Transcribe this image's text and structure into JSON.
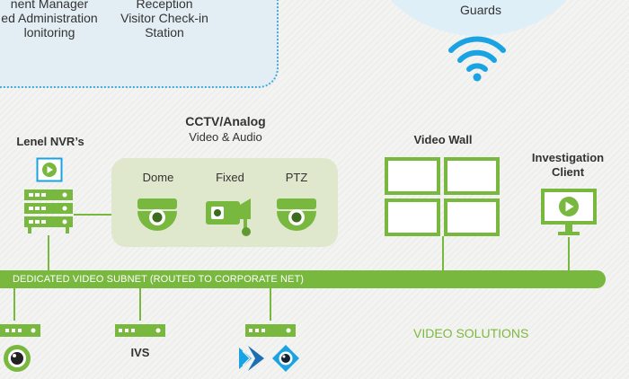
{
  "top_box": {
    "left_lines": [
      "nent Manager",
      "ed Administration",
      "lonitoring"
    ],
    "mid_lines": [
      "Reception",
      "Visitor Check-in",
      "Station"
    ]
  },
  "guards": {
    "label": "Guards"
  },
  "nvr": {
    "label": "Lenel NVR’s"
  },
  "cctv": {
    "title": "CCTV/Analog",
    "subtitle": "Video & Audio",
    "dome": "Dome",
    "fixed": "Fixed",
    "ptz": "PTZ"
  },
  "video_wall": {
    "label": "Video Wall"
  },
  "investigation": {
    "line1": "Investigation",
    "line2": "Client"
  },
  "subnet": {
    "label": "DEDICATED VIDEO SUBNET (ROUTED TO CORPORATE NET)"
  },
  "ivs": {
    "label": "IVS"
  },
  "video_solutions": {
    "label": "VIDEO SOLUTIONS"
  },
  "colors": {
    "accent_green": "#79b83e",
    "dark_green": "#5f9b2f",
    "light_panel": "#dfe8cd",
    "dotted_blue": "#4aa8d6",
    "wifi_blue": "#1aa3e3"
  }
}
